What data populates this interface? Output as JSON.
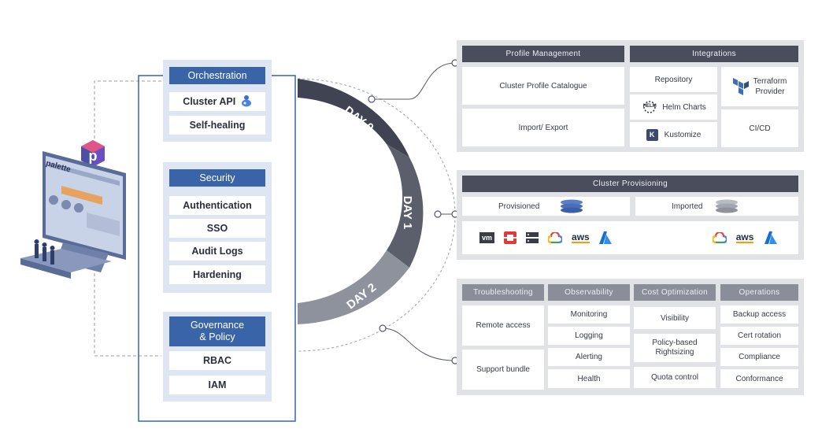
{
  "orchestration": {
    "title": "Orchestration",
    "items": [
      "Cluster API",
      "Self-healing"
    ]
  },
  "security": {
    "title": "Security",
    "items": [
      "Authentication",
      "SSO",
      "Audit Logs",
      "Hardening"
    ]
  },
  "governance": {
    "title_line1": "Governance",
    "title_line2": "& Policy",
    "items": [
      "RBAC",
      "IAM"
    ]
  },
  "monitor": {
    "brand": "palette"
  },
  "ring": {
    "day0": "DAY 0",
    "day1": "DAY 1",
    "day2": "DAY 2"
  },
  "day0_panel": {
    "profile_header": "Profile  Management",
    "integrations_header": "Integrations",
    "catalogue": "Cluster Profile Catalogue",
    "import_export": "Import/  Export",
    "repository": "Repository",
    "terraform_line1": "Terraform",
    "terraform_line2": "Provider",
    "helm": "Helm Charts",
    "helm_logo": "HELM",
    "kustomize": "Kustomize",
    "kustomize_logo": "K",
    "cicd": "CI/CD"
  },
  "day1_panel": {
    "header": "Cluster  Provisioning",
    "provisioned": "Provisioned",
    "imported": "Imported",
    "vm_logo": "vm",
    "aws_logo": "aws"
  },
  "day2_panel": {
    "troubleshooting": {
      "header": "Troubleshooting",
      "items": [
        "Remote access",
        "Support bundle"
      ]
    },
    "observability": {
      "header": "Observability",
      "items": [
        "Monitoring",
        "Logging",
        "Alerting",
        "Health"
      ]
    },
    "cost": {
      "header": "Cost Optimization",
      "items": [
        "Visibility",
        "Policy-based Rightsizing",
        "Quota control"
      ]
    },
    "operations": {
      "header": "Operations",
      "items": [
        "Backup access",
        "Cert rotation",
        "Compliance",
        "Conformance"
      ]
    }
  },
  "colors": {
    "blue": "#3a64a8",
    "dark": "#3f4352",
    "mid": "#5b5f6c",
    "light": "#8e929c"
  }
}
